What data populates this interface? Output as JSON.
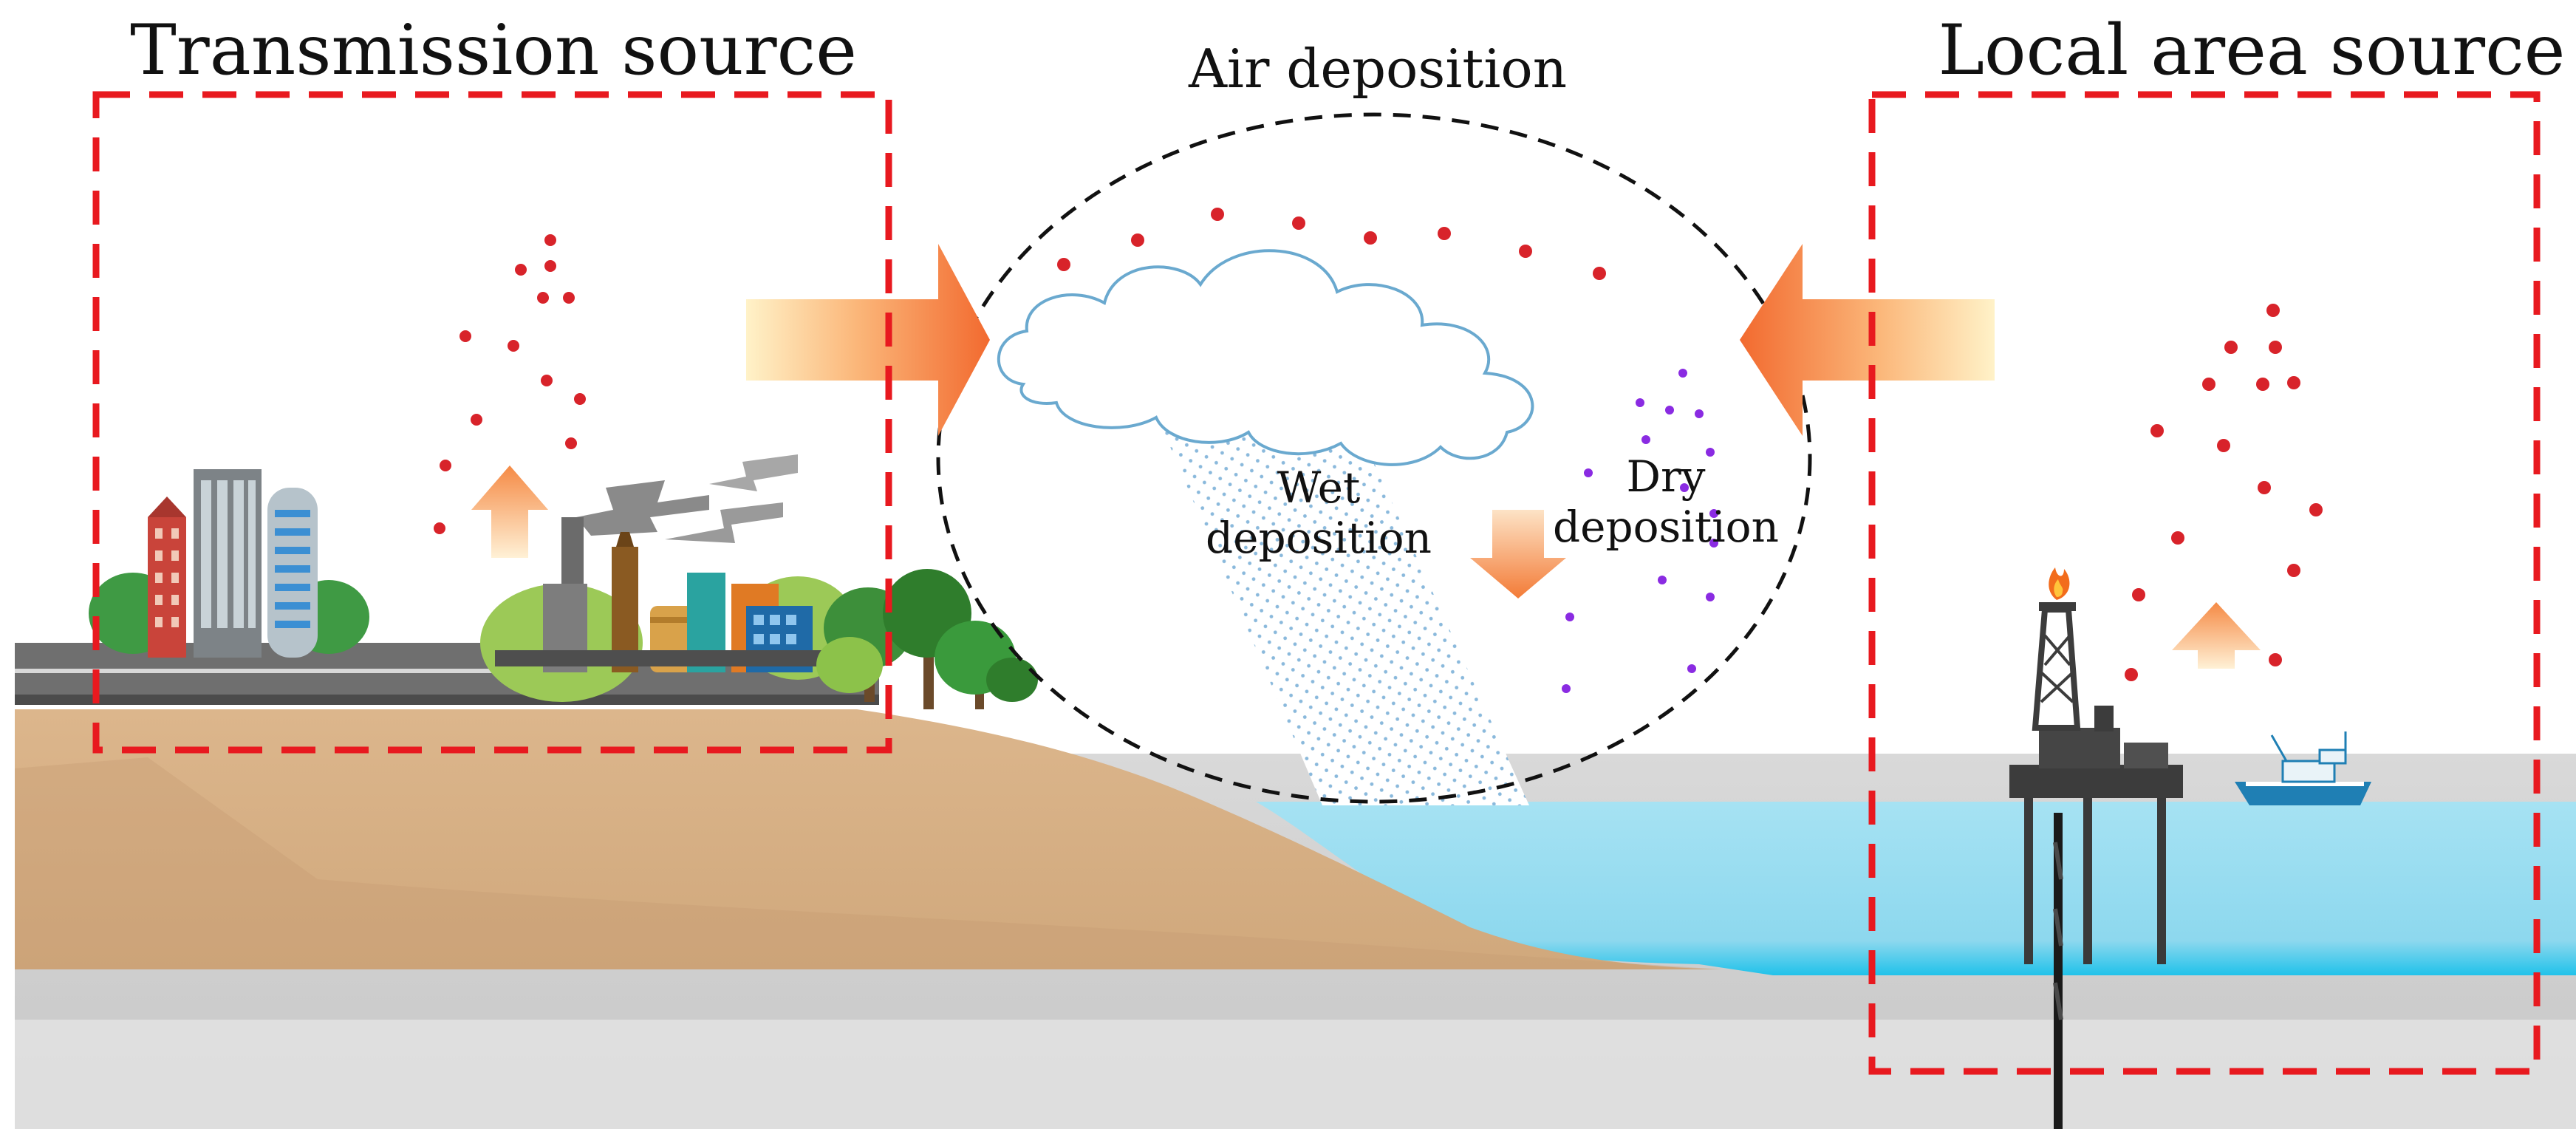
{
  "labels": {
    "left_title": "Transmission source",
    "right_title": "Local area source",
    "center_title": "Air deposition",
    "wet_line1": "Wet",
    "wet_line2": "deposition",
    "dry_line1": "Dry",
    "dry_line2": "deposition"
  },
  "colors": {
    "frame_red": "#e8191f",
    "ellipse_black": "#111111",
    "pollutant_red": "#d8232a",
    "pollutant_purple": "#8a2be2",
    "arrow_orange": "#f47a3a",
    "sand": "#d8b185",
    "sea": "#8fd9ef",
    "seabed": "#cfcfcf",
    "rain": "#7fb2d8",
    "cloud_stroke": "#5fa6cf"
  },
  "icons": {
    "cloud": "cloud-icon",
    "buildings": "city-buildings-icon",
    "factory": "factory-icon",
    "trees": "trees-icon",
    "oil_platform": "oil-platform-icon",
    "ship": "fishing-boat-icon"
  }
}
